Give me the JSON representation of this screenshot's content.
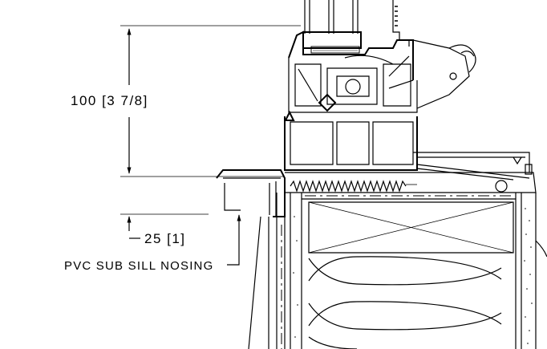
{
  "annotations": {
    "dim_vertical": "100 [3 7/8]",
    "dim_nosing": "25 [1]",
    "label_nosing": "PVC SUB SILL NOSING"
  },
  "colors": {
    "line": "#000000",
    "background": "#ffffff"
  }
}
